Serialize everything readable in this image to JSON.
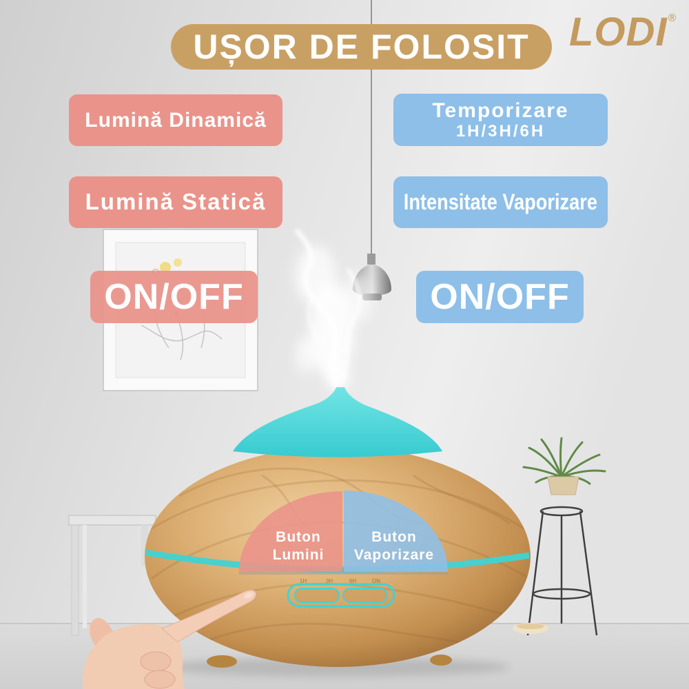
{
  "title": "UȘOR DE FOLOSIT",
  "logo": {
    "text": "LODI",
    "mark": "®"
  },
  "light_features": {
    "dynamic": "Lumină Dinamică",
    "static": "Lumină Statică",
    "power": "ON/OFF"
  },
  "mist_features": {
    "timer": {
      "label": "Temporizare",
      "options": "1H/3H/6H"
    },
    "intensity": "Intensitate Vaporizare",
    "power": "ON/OFF"
  },
  "device": {
    "timer_ticks": [
      "1H",
      "3H",
      "6H",
      "ON"
    ],
    "light_button": {
      "line1": "Buton",
      "line2": "Lumini"
    },
    "mist_button": {
      "line1": "Buton",
      "line2": "Vaporizare"
    }
  },
  "colors": {
    "title_bg": "#c9a064",
    "logo": "#c49a5e",
    "light_labels": "#ea938a",
    "mist_labels": "#8dbfe8",
    "device_light": "#3fd3d3"
  }
}
